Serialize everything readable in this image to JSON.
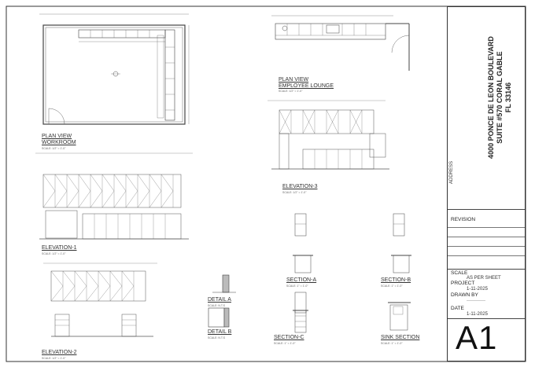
{
  "views": [
    {
      "title": "PLAN VIEW\nWORKROOM",
      "scale": "SCALE: 1/2\" = 1'-0\""
    },
    {
      "title": "PLAN VIEW\nEMPLOYEE LOUNGE",
      "scale": "SCALE: 1/2\" = 1'-0\""
    },
    {
      "title": "ELEVATION-1",
      "scale": "SCALE: 1/2\" = 1'-0\""
    },
    {
      "title": "ELEVATION-2",
      "scale": "SCALE: 1/2\" = 1'-0\""
    },
    {
      "title": "ELEVATION-3",
      "scale": "SCALE: 1/2\" = 1'-0\""
    },
    {
      "title": "DETAIL A",
      "scale": "SCALE: N.T.S"
    },
    {
      "title": "DETAIL B",
      "scale": "SCALE: N.T.S"
    },
    {
      "title": "SECTION-A",
      "scale": "SCALE: 1\" = 1'-0\""
    },
    {
      "title": "SECTION-B",
      "scale": "SCALE: 1\" = 1'-0\""
    },
    {
      "title": "SECTION-C",
      "scale": "SCALE: 1\" = 1'-0\""
    },
    {
      "title": "SINK SECTION",
      "scale": "SCALE: 1\" = 1'-0\""
    }
  ],
  "title_block": {
    "address_lines": [
      "4000 PONCE DE LEON BOULEVARD",
      "SUITE #570 CORAL GABLE",
      "FL 33146"
    ],
    "address_label": "ADDRESS",
    "revision_label": "REVISION",
    "scale_label": "SCALE",
    "scale_value": "AS PER SHEET",
    "project_label": "PROJECT",
    "project_value": "1-11-2025",
    "drawn_by_label": "DRAWN BY",
    "drawn_by_value": "——————",
    "date_label": "DATE",
    "date_value": "1-11-2025",
    "sheet_number": "A1"
  }
}
